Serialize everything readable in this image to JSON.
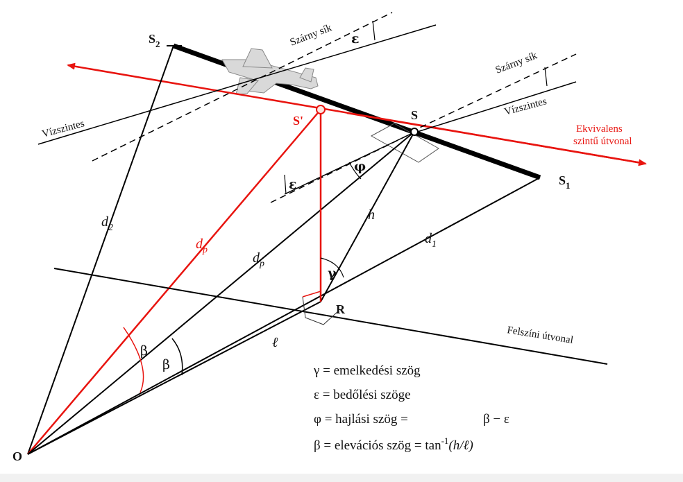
{
  "labels": {
    "S2": "S",
    "S2_sub": "2",
    "S1": "S",
    "S1_sub": "1",
    "S": "S",
    "S_prime": "S'",
    "R": "R",
    "O": "O",
    "wing_plane_1": "Szárny sík",
    "wing_plane_2": "Szárny sík",
    "horizontal_1": "Vízszintes",
    "horizontal_2": "Vízszintes",
    "equiv_path_1": "Ekvivalens",
    "equiv_path_2": "szintű útvonal",
    "surface_path": "Felszíni útvonal",
    "d2": "d",
    "d2_sub": "2",
    "d1": "d",
    "d1_sub": "1",
    "dp_red": "d",
    "dp_red_sub": "p",
    "dp_black": "d",
    "dp_black_sub": "p",
    "h": "h",
    "ell": "ℓ",
    "gamma": "γ",
    "epsilon_top": "ε",
    "epsilon_mid": "ε",
    "phi": "φ",
    "beta_red": "β",
    "beta_black": "β"
  },
  "legend": {
    "line1": "γ = emelkedési szög",
    "line2": "ε = bedőlési szöge",
    "line3_a": "φ = hajlási szög =",
    "line3_b": "β − ε",
    "line4_a": "β = elevációs szög = tan",
    "line4_sup": "-1",
    "line4_b": "(h/ℓ)"
  },
  "colors": {
    "red": "#e8140f",
    "black": "#111111",
    "orange": "#e2731a",
    "plane_fill": "#d9d9d9"
  }
}
